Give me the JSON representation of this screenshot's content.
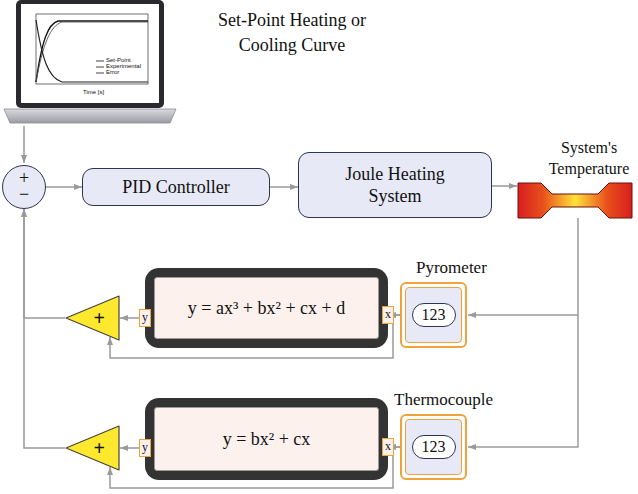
{
  "diagram": {
    "nodes": [
      {
        "text": [
          "+",
          "−"
        ]
      },
      {
        "text": [
          "PID Controller"
        ]
      },
      {
        "text": [
          "Joule Heating System"
        ]
      },
      {
        "text": [
          "Pyrometer",
          "123"
        ]
      },
      {
        "text": [
          "+"
        ]
      },
      {
        "text": [
          "y = ax³ + bx² + cx + d"
        ]
      },
      {
        "text": [
          "Thermocouple",
          "123"
        ]
      },
      {
        "text": [
          "+"
        ]
      },
      {
        "text": [
          "y = bx² + cx"
        ]
      }
    ],
    "edges": [
      {
        "from": 0,
        "to": 1,
        "arrow": "to"
      },
      {
        "from": 1,
        "to": 2,
        "arrow": "to"
      },
      {
        "from": 3,
        "to": 5,
        "arrow": "to"
      },
      {
        "from": 3,
        "to": 4,
        "arrow": "to"
      },
      {
        "from": 5,
        "to": 4,
        "arrow": "to"
      },
      {
        "from": 4,
        "to": 0,
        "arrow": "to"
      },
      {
        "from": 6,
        "to": 8,
        "arrow": "to"
      },
      {
        "from": 8,
        "to": 7,
        "arrow": "to"
      },
      {
        "from": 6,
        "to": 7,
        "arrow": "to"
      },
      {
        "from": 7,
        "to": 0,
        "arrow": "to"
      }
    ],
    "labels": [
      "Set-Point Heating or Cooling Curve",
      "System's Temperature",
      "y",
      "x",
      "y",
      "x",
      "Set-Point",
      "Experimental",
      "Error",
      "Time [s]"
    ]
  }
}
